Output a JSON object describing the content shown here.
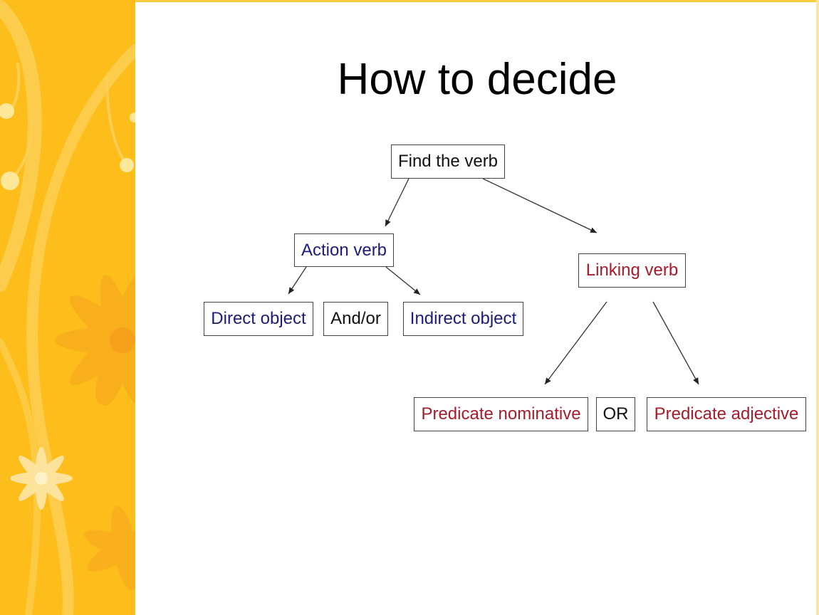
{
  "title": "How to decide",
  "colors": {
    "sidebar_background": "#fdbd1a",
    "sidebar_accent": "#fcd056",
    "sidebar_petal": "#f7a21f",
    "action_text": "#1c1c7c",
    "linking_text": "#a51c2c",
    "neutral_text": "#111111"
  },
  "diagram": {
    "nodes": [
      {
        "id": "find_verb",
        "label": "Find the verb",
        "group": "neutral"
      },
      {
        "id": "action_verb",
        "label": "Action verb",
        "group": "action"
      },
      {
        "id": "linking_verb",
        "label": "Linking verb",
        "group": "linking"
      },
      {
        "id": "direct_object",
        "label": "Direct object",
        "group": "action"
      },
      {
        "id": "and_or",
        "label": "And/or",
        "group": "neutral"
      },
      {
        "id": "indirect_object",
        "label": "Indirect object",
        "group": "action"
      },
      {
        "id": "predicate_nominative",
        "label": "Predicate nominative",
        "group": "linking"
      },
      {
        "id": "or",
        "label": "OR",
        "group": "neutral"
      },
      {
        "id": "predicate_adjective",
        "label": "Predicate adjective",
        "group": "linking"
      }
    ],
    "edges": [
      {
        "from": "find_verb",
        "to": "action_verb"
      },
      {
        "from": "find_verb",
        "to": "linking_verb"
      },
      {
        "from": "action_verb",
        "to": "direct_object"
      },
      {
        "from": "action_verb",
        "to": "indirect_object"
      },
      {
        "from": "linking_verb",
        "to": "predicate_nominative"
      },
      {
        "from": "linking_verb",
        "to": "predicate_adjective"
      }
    ]
  }
}
